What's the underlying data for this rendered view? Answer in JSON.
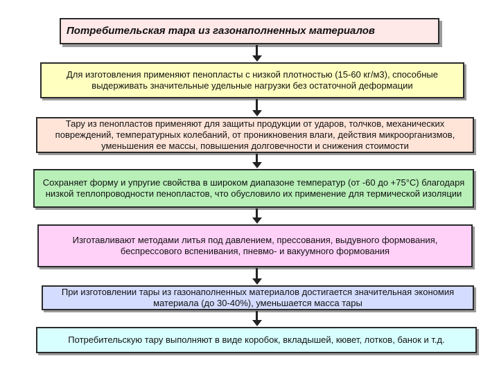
{
  "title": "Потребительская тара из газонаполненных материалов",
  "boxes": [
    {
      "text": "Для изготовления применяют пенопласты с низкой плотностью (15-60 кг/м3), способные выдерживать значительные удельные нагрузки без остаточной деформации",
      "color": "#ffffc0"
    },
    {
      "text": "Тару из пенопластов применяют для защиты продукции от ударов, толчков, механических повреждений, температурных колебаний, от проникновения влаги, действия микроорганизмов, уменьшения ее массы, повышения долговечности и снижения стоимости",
      "color": "#ffe4d8"
    },
    {
      "text": "Сохраняет форму и упругие свойства в широком диапазоне температур (от -60 до +75°С) благодаря низкой теплопроводности пенопластов, что обусловило их применение для термической изоляции",
      "color": "#b8f0b8"
    },
    {
      "text": "Изготавливают методами литья под давлением, прессования, выдувного формования, беспрессового вспенивания, пневмо- и вакуумного формования",
      "color": "#ffd0f8"
    },
    {
      "text": "При изготовлении тары из газонаполненных материалов достигается значительная экономия материала (до 30-40%), уменьшается масса тары",
      "color": "#d4dcff"
    },
    {
      "text": "Потребительскую тару выполняют в виде коробок, вкладышей, кювет, лотков, банок и т.д.",
      "color": "#d8ffff"
    }
  ],
  "title_color": "#ffe8e8"
}
